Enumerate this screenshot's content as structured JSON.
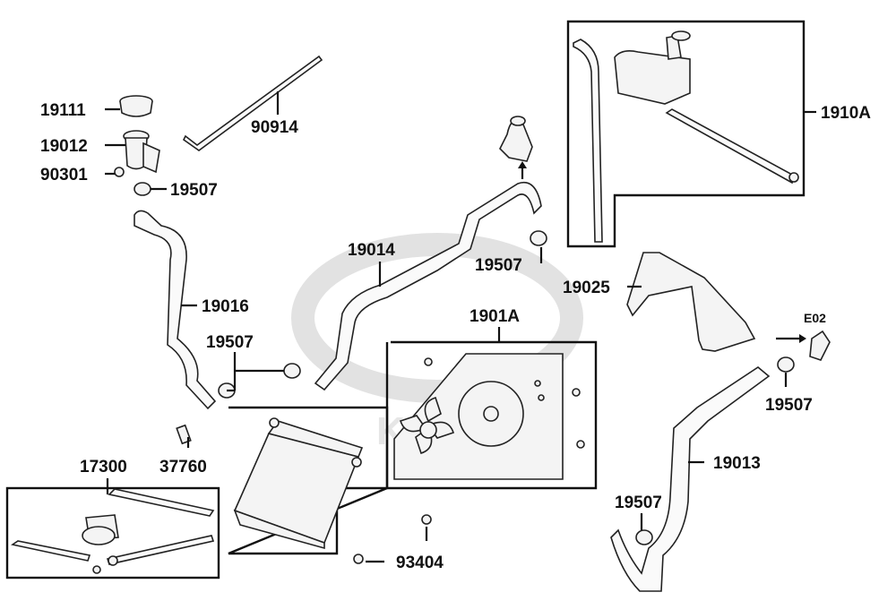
{
  "watermark": "KYMCO",
  "labels": {
    "p19111": "19111",
    "p19012": "19012",
    "p90301": "90301",
    "p19507_a": "19507",
    "p90914": "90914",
    "p19016": "19016",
    "p19507_b": "19507",
    "p37760": "37760",
    "p17300": "17300",
    "p19014": "19014",
    "p19507_c": "19507",
    "p1901A": "1901A",
    "p93404": "93404",
    "p1910A": "1910A",
    "p19025": "19025",
    "pE02": "E02",
    "p19507_d": "19507",
    "p19013": "19013",
    "p19507_e": "19507"
  }
}
